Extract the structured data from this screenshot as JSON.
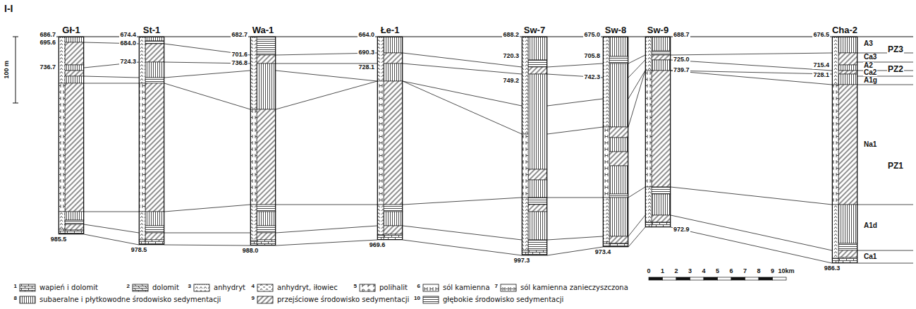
{
  "diagram": {
    "title": "I-I",
    "nodes": [
      {
        "text": [
          "Gł-1"
        ]
      },
      {
        "text": [
          "St-1"
        ]
      },
      {
        "text": [
          "Wa-1"
        ]
      },
      {
        "text": [
          "Łe-1"
        ]
      },
      {
        "text": [
          "Sw-7"
        ]
      },
      {
        "text": [
          "Sw-8"
        ]
      },
      {
        "text": [
          "Sw-9"
        ]
      },
      {
        "text": [
          "Cha-2"
        ]
      }
    ],
    "labels": [
      "100 m",
      "686.7",
      "695.6",
      "736.7",
      "985.5",
      "674.4",
      "684.0",
      "724.3",
      "978.5",
      "682.7",
      "701.6",
      "736.8",
      "988.0",
      "664.0",
      "690.3",
      "728.1",
      "969.6",
      "688.2",
      "720.3",
      "749.2",
      "997.3",
      "675.0",
      "705.8",
      "742.3",
      "973.4",
      "688.7",
      "725.0",
      "739.7",
      "972.9",
      "676.5",
      "715.4",
      "728.1",
      "986.3",
      "A3",
      "Ca3",
      "PZ3",
      "A2",
      "Ca2",
      "PZ2",
      "A1g",
      "Na1",
      "PZ1",
      "A1d",
      "Ca1",
      "0",
      "1",
      "2",
      "3",
      "4",
      "5",
      "6",
      "7",
      "8",
      "9",
      "10km",
      "1",
      "2",
      "3",
      "4",
      "5",
      "6",
      "7",
      "8",
      "9",
      "10"
    ],
    "legend": [
      {
        "text": "wapień i dolomit"
      },
      {
        "text": "dolomit"
      },
      {
        "text": "anhydryt"
      },
      {
        "text": "anhydryt, iłowiec"
      },
      {
        "text": "polihalit"
      },
      {
        "text": "sól kamienna"
      },
      {
        "text": "sól kamienna zanieczyszczona"
      },
      {
        "text": "subaeralne i płytkowodne środowisko sedymentacji"
      },
      {
        "text": "przejściowe środowisko sedymentacji"
      },
      {
        "text": "głębokie środowisko sedymentacji"
      }
    ]
  }
}
